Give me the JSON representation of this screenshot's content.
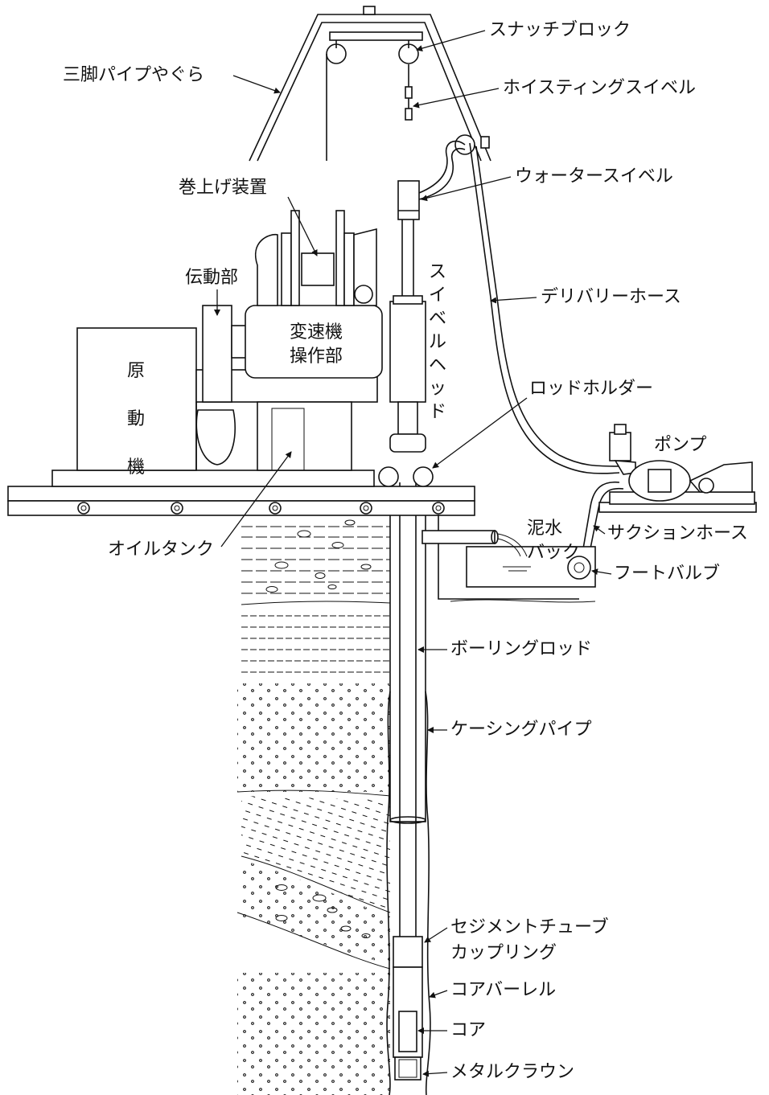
{
  "labels": {
    "tripod": "三脚パイプやぐら",
    "snatch_block": "スナッチブロック",
    "hoisting_swivel": "ホイスティングスイベル",
    "water_swivel": "ウォータースイベル",
    "winch": "巻上げ装置",
    "transmission": "伝動部",
    "gearbox_line1": "変速機",
    "gearbox_line2": "操作部",
    "swivel_head": [
      "ス",
      "イ",
      "ベ",
      "ル",
      "ヘ",
      "ッ",
      "ド"
    ],
    "delivery_hose": "デリバリーホース",
    "rod_holder": "ロッドホルダー",
    "prime_mover": [
      "原",
      "動",
      "機"
    ],
    "pump": "ポンプ",
    "oil_tank": "オイルタンク",
    "mud_tank_line1": "泥水",
    "mud_tank_line2": "バック",
    "suction_hose": "サクションホース",
    "foot_valve": "フートバルブ",
    "boring_rod": "ボーリングロッド",
    "casing_pipe": "ケーシングパイプ",
    "sediment_tube_line1": "セジメントチューブ",
    "sediment_tube_line2": "カップリング",
    "core_barrel": "コアバーレル",
    "core": "コア",
    "metal_crown": "メタルクラウン"
  }
}
